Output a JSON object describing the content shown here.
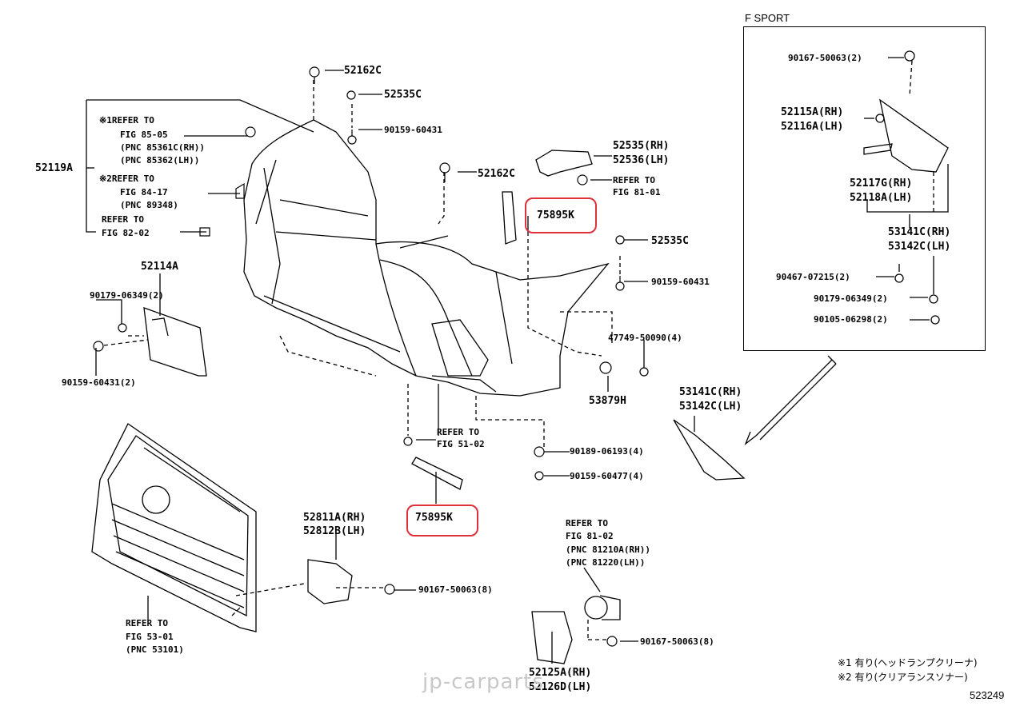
{
  "fsport_title": "F SPORT",
  "labels": {
    "c52162_top": "52162C",
    "c52535c_top": "52535C",
    "c90159_top": "90159-60431",
    "c52119a": "52119A",
    "ref1_head": "※1REFER TO",
    "ref1_fig": "FIG 85-05",
    "ref1_pnc1": "(PNC 85361C(RH))",
    "ref1_pnc2": "(PNC 85362(LH))",
    "ref2_head": "※2REFER TO",
    "ref2_fig": "FIG 84-17",
    "ref2_pnc": "(PNC 89348)",
    "ref3_head": "REFER TO",
    "ref3_fig": "FIG 82-02",
    "c52162_mid": "52162C",
    "c52535_rh": "52535(RH)",
    "c52536_lh": "52536(LH)",
    "ref81_01_head": "REFER TO",
    "ref81_01_fig": "FIG 81-01",
    "c75895k_top": "75895K",
    "c52535c_mid": "52535C",
    "c90159_mid": "90159-60431",
    "c52114a": "52114A",
    "c90179_left": "90179-06349(2)",
    "c90159_left": "90159-60431(2)",
    "c47749": "47749-50090(4)",
    "c53879h": "53879H",
    "ref51_head": "REFER TO",
    "ref51_fig": "FIG 51-02",
    "c90189": "90189-06193(4)",
    "c90159_477": "90159-60477(4)",
    "c75895k_bot": "75895K",
    "c52811a": "52811A(RH)",
    "c52812b": "52812B(LH)",
    "c90167_8a": "90167-50063(8)",
    "ref53_head": "REFER TO",
    "ref53_fig": "FIG 53-01",
    "ref53_pnc": "(PNC 53101)",
    "ref81_02_head": "REFER TO",
    "ref81_02_fig": "FIG 81-02",
    "ref81_02_pnc1": "(PNC 81210A(RH))",
    "ref81_02_pnc2": "(PNC 81220(LH))",
    "c90167_8b": "90167-50063(8)",
    "c52125a": "52125A(RH)",
    "c52126d": "52126D(LH)",
    "c53141c_mid": "53141C(RH)",
    "c53142c_mid": "53142C(LH)"
  },
  "fsport": {
    "c90167": "90167-50063(2)",
    "c52115a": "52115A(RH)",
    "c52116a": "52116A(LH)",
    "c52117g": "52117G(RH)",
    "c52118a": "52118A(LH)",
    "c53141c": "53141C(RH)",
    "c53142c": "53142C(LH)",
    "c90467": "90467-07215(2)",
    "c90179": "90179-06349(2)",
    "c90105": "90105-06298(2)"
  },
  "notes": {
    "n1": "※1 有り(ヘッドランプクリーナ)",
    "n2": "※2 有り(クリアランスソナー)"
  },
  "figure_number": "523249",
  "watermark": "jp-carparts",
  "highlight_color": "#e0303c"
}
